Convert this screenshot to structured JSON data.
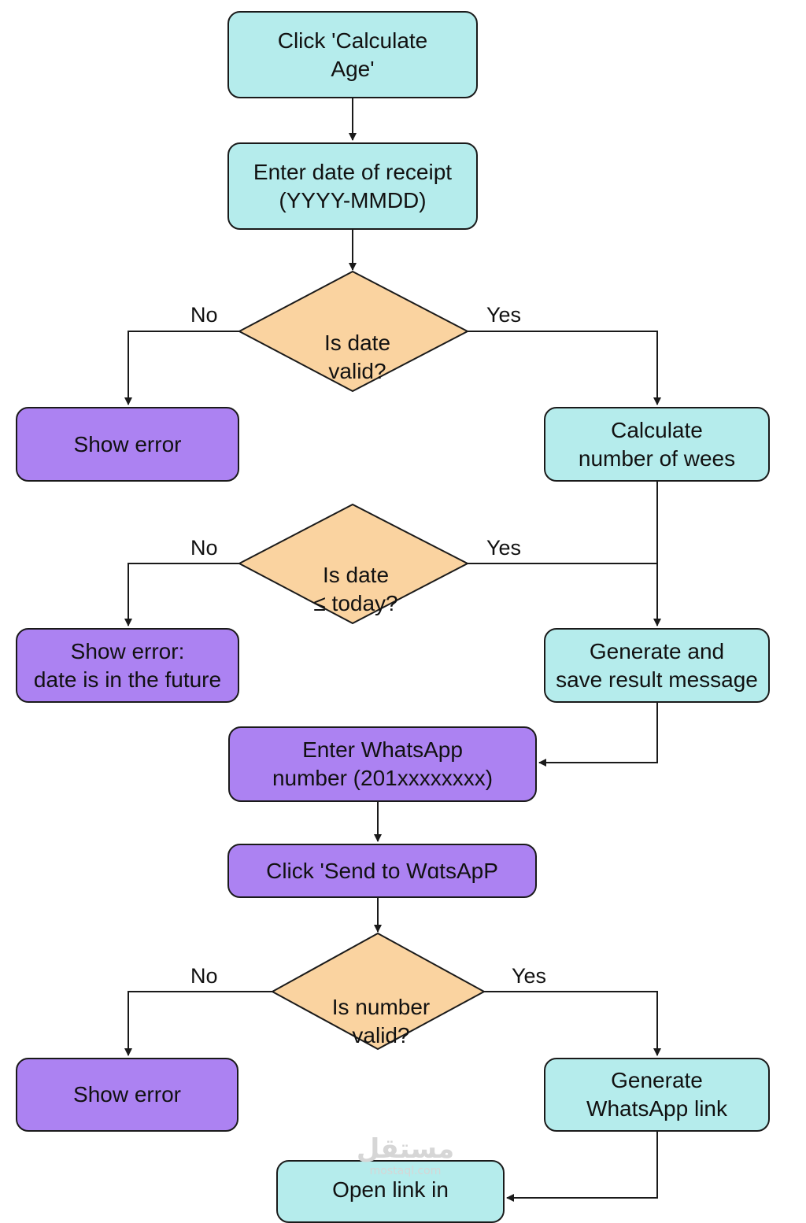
{
  "flowchart": {
    "steps": {
      "click_calculate": "Click 'Calculate\nAge'",
      "enter_date": "Enter date of receipt\n(YYYY-MMDD)",
      "decision_valid": "Is date\nvalid?",
      "show_error_1": "Show error",
      "calc_weeks": "Calculate\nnumber of wees",
      "decision_today": "Is date\n≤ today?",
      "show_error_future": "Show error:\ndate is in the future",
      "generate_save": "Generate and\nsave result message",
      "enter_whatsapp": "Enter WhatsApp\nnumber (201xxxxxxxx)",
      "click_send": "Click 'Send to WɑtsApP",
      "decision_number": "Is number\nvalid?",
      "show_error_2": "Show error",
      "generate_link": "Generate\nWhatsApp link",
      "open_link": "Open link in"
    },
    "edge_labels": {
      "no_1": "No",
      "yes_1": "Yes",
      "no_2": "No",
      "yes_2": "Yes",
      "no_3": "No",
      "yes_3": "Yes"
    },
    "colors": {
      "process_fill": "#b5ecec",
      "io_fill": "#ac82f2",
      "decision_fill": "#fad3a0",
      "stroke": "#1a1a1a"
    }
  },
  "watermark": {
    "logo": "مستقل",
    "url": "mostaql.com"
  }
}
